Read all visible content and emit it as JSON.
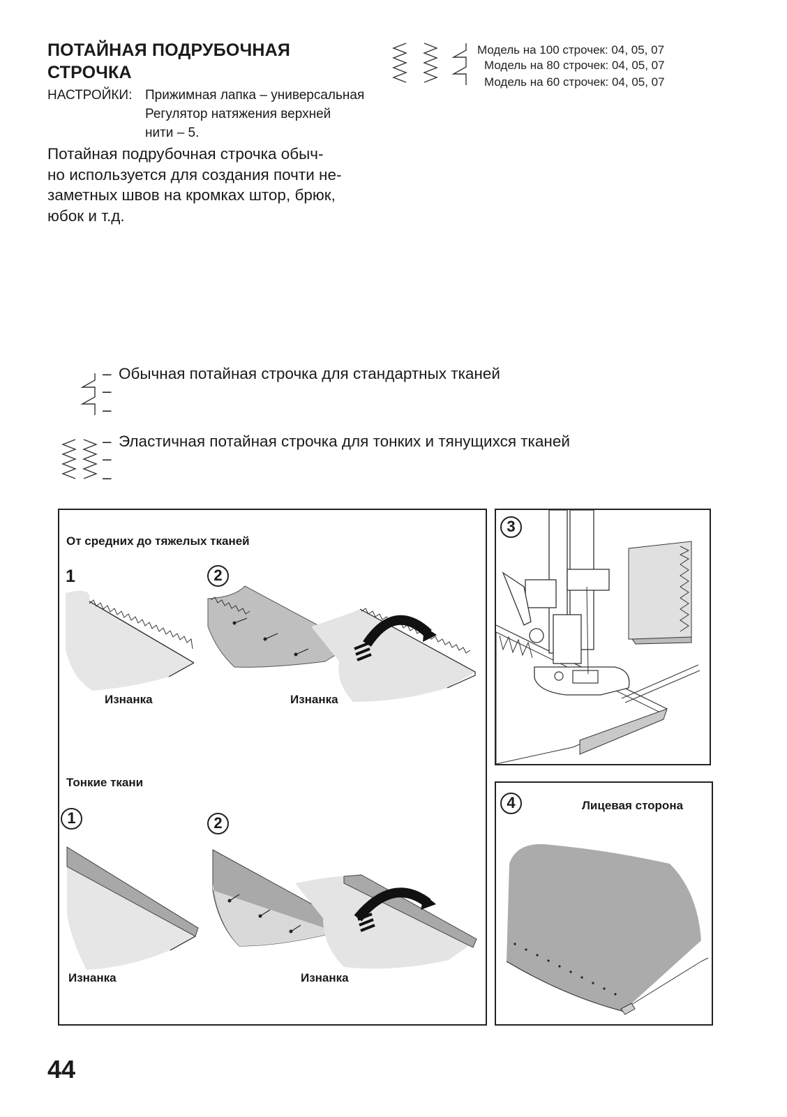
{
  "header": {
    "title_lines": [
      "ПОТАЙНАЯ ПОДРУБОЧНАЯ",
      "СТРОЧКА"
    ],
    "settings_label": "НАСТРОЙКИ:",
    "settings_lines": [
      "Прижимная лапка – универсальная",
      "Регулятор натяжения верхней",
      "нити  – 5."
    ],
    "intro_lines": [
      "Потайная подрубочная строчка обыч-",
      "но используется для создания почти не-",
      "заметных швов на кромках штор, брюк,",
      "юбок и т.д."
    ]
  },
  "models": [
    "Модель на 100 строчек: 04, 05, 07",
    "Модель на 80 строчек: 04, 05, 07",
    "Модель на 60 строчек: 04, 05, 07"
  ],
  "stitch_legend": {
    "regular": {
      "line1": "Обычная потайная строчка для стандартных тканей",
      "dash": "–"
    },
    "elastic": {
      "line1": "Эластичная потайная строчка для тонких и тянущихся тканей",
      "dash": "–"
    }
  },
  "panel_left": {
    "section_medium_heavy": "От средних до тяжелых тканей",
    "section_thin": "Тонкие ткани",
    "step1": "1",
    "step1_circled": "1",
    "step2": "2",
    "label_reverse": "Изнанка"
  },
  "panel_step3": {
    "number": "3"
  },
  "panel_step4": {
    "number": "4",
    "label": "Лицевая сторона"
  },
  "page_number": "44"
}
